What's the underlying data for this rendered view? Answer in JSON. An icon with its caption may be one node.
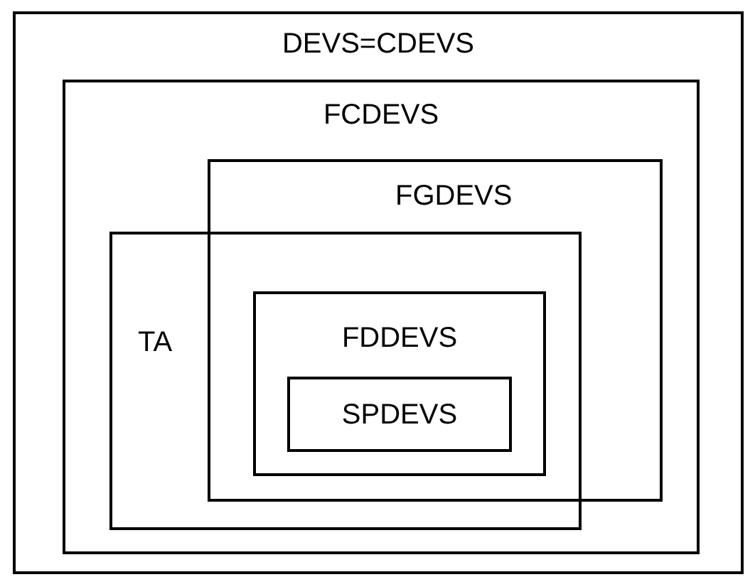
{
  "diagram": {
    "nodes": [
      {
        "text": [
          "DEVS=CDEVS"
        ]
      },
      {
        "text": [
          "FCDEVS"
        ],
        "in": 0
      },
      {
        "text": [
          "FGDEVS"
        ],
        "in": 1
      },
      {
        "text": [
          "TA"
        ],
        "in": 1
      },
      {
        "text": [
          "FDDEVS"
        ]
      },
      {
        "text": [
          "SPDEVS"
        ],
        "in": 4
      }
    ]
  }
}
